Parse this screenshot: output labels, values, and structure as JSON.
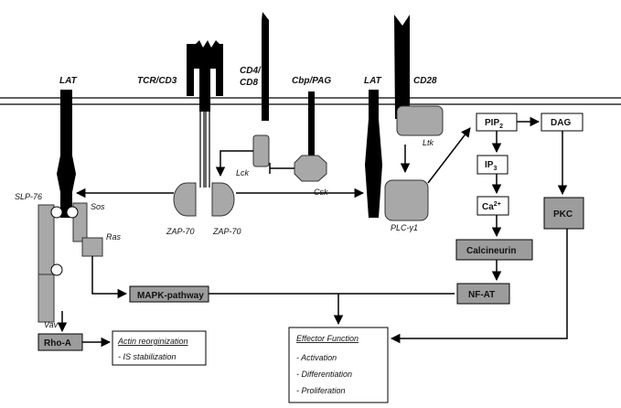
{
  "labels": {
    "lat_left": "LAT",
    "tcr_cd3": "TCR/CD3",
    "cd4_cd8_line1": "CD4/",
    "cd4_cd8_line2": "CD8",
    "cbp_pag": "Cbp/PAG",
    "lat_right": "LAT",
    "cd28": "CD28",
    "ltk": "Ltk",
    "lck": "Lck",
    "csk": "Csk",
    "zap70_a": "ZAP-70",
    "zap70_b": "ZAP-70",
    "slp76": "SLP-76",
    "sos": "Sos",
    "ras": "Ras",
    "vav": "Vav",
    "plc": "PLC-γ1",
    "pip2": "PIP",
    "pip2_sub": "2",
    "dag": "DAG",
    "ip3": "IP",
    "ip3_sub": "3",
    "ca": "Ca",
    "ca_sup": "2+",
    "pkc": "PKC",
    "calcineurin": "Calcineurin",
    "nfat": "NF-AT",
    "mapk": "MAPK-pathway",
    "rhoa": "Rho-A"
  },
  "actin_box": {
    "title": "Actin reorginization",
    "items": [
      "- IS stabilization"
    ]
  },
  "effector_box": {
    "title": "Effector Function",
    "items": [
      "- Activation",
      "- Differentiation",
      "- Proliferation"
    ]
  },
  "colors": {
    "black": "#000000",
    "grey_fill": "#a8a8a8",
    "box_grey": "#9c9c9c",
    "background": "#ffffff"
  }
}
